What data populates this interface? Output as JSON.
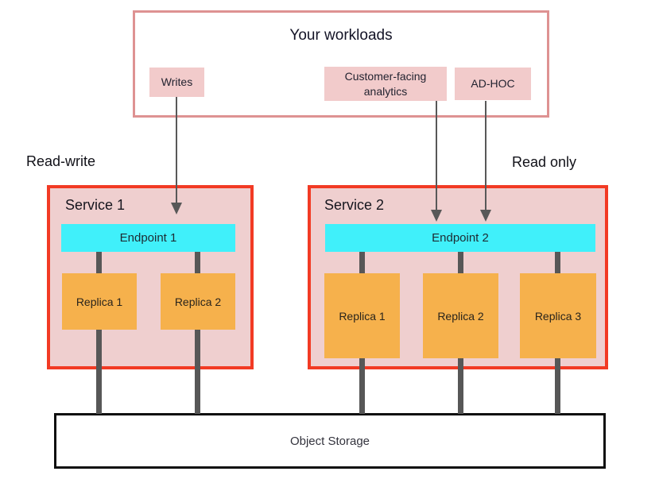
{
  "workloads": {
    "title": "Your workloads",
    "items": [
      {
        "label": "Writes"
      },
      {
        "label": "Customer-facing analytics"
      },
      {
        "label": "AD-HOC"
      }
    ]
  },
  "zone_labels": {
    "read_write": "Read-write",
    "read_only": "Read only"
  },
  "services": [
    {
      "name": "Service 1",
      "endpoint": "Endpoint 1",
      "replicas": [
        "Replica 1",
        "Replica 2"
      ]
    },
    {
      "name": "Service 2",
      "endpoint": "Endpoint 2",
      "replicas": [
        "Replica 1",
        "Replica 2",
        "Replica 3"
      ]
    }
  ],
  "storage": {
    "label": "Object Storage"
  },
  "colors": {
    "workloads_border": "#de9292",
    "workload_item_fill": "#f2cbcb",
    "service_border": "#f23a24",
    "service_fill": "#efcfcf",
    "endpoint_fill": "#40f0fa",
    "replica_fill": "#f6b14c",
    "connector_gray": "#575757",
    "arrow_gray": "#585858",
    "storage_border": "#0e0e0e",
    "text": "#16161e"
  }
}
